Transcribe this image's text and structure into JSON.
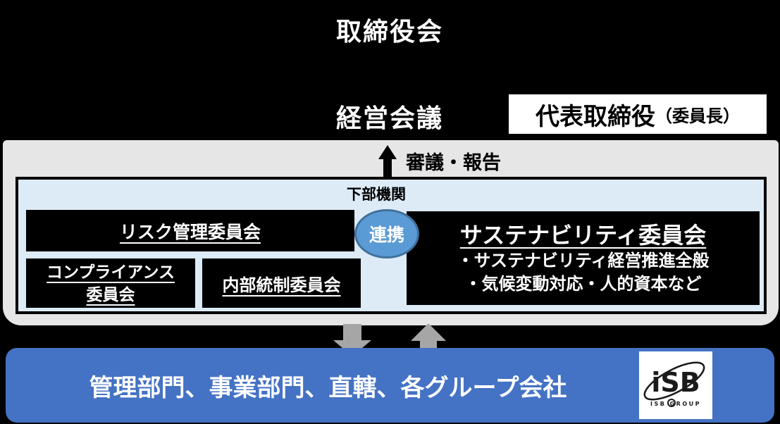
{
  "top": {
    "board_title": "取締役会",
    "management_title": "経営会議",
    "representative": {
      "main": "代表取締役",
      "sub": "（委員長）"
    }
  },
  "flow": {
    "report_label": "審議・報告"
  },
  "suborgan": {
    "label": "下部機関",
    "link_label": "連携",
    "committees": {
      "risk": "リスク管理委員会",
      "compliance_line1": "コンプライアンス",
      "compliance_line2": "委員会",
      "internal_control": "内部統制委員会",
      "sustainability": {
        "title": "サステナビリティ委員会",
        "bullets": [
          "・サステナビリティ経営推進全般",
          "・気候変動対応・人的資本など"
        ]
      }
    }
  },
  "bottom": {
    "departments_label": "管理部門、事業部門、直轄、各グループ会社",
    "logo": {
      "wordmark": "iSB",
      "caption": "ISB GROUP"
    }
  },
  "colors": {
    "background": "#000000",
    "panel_gray": "#E7E6E6",
    "suborgan_blue": "#DDEBF7",
    "link_ellipse_fill": "#5B9BD5",
    "link_ellipse_border": "#41719C",
    "bottom_bar_blue": "#4472C4",
    "arrow_gray": "#A6A6A6",
    "arrow_black": "#000000"
  }
}
